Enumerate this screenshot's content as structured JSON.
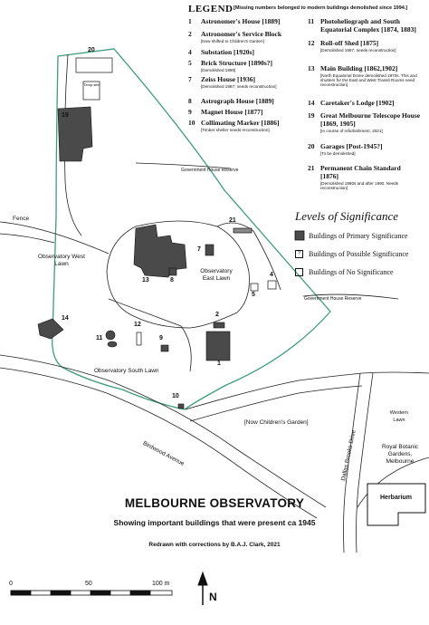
{
  "legend": {
    "title": "LEGEND",
    "note": "[Missing numbers belonged to modern buildings demolished since 1994.]",
    "items": [
      {
        "num": "1",
        "name": "Astronomer's House [1889]",
        "sub": ""
      },
      {
        "num": "2",
        "name": "Astronomer's Service Block",
        "sub": "[Now shifted to Children's Garden]"
      },
      {
        "num": "4",
        "name": "Substation [1920s]",
        "sub": ""
      },
      {
        "num": "5",
        "name": "Brick Structure [1890s?]",
        "sub": "[Demolished 1990]"
      },
      {
        "num": "7",
        "name": "Zeiss House [1936]",
        "sub": "[Demolished 1987; needs reconstruction]"
      },
      {
        "num": "8",
        "name": "Astrograph House [1889]",
        "sub": ""
      },
      {
        "num": "9",
        "name": "Magnet House [1877]",
        "sub": ""
      },
      {
        "num": "10",
        "name": "Collimating Marker [1886]",
        "sub": "[Timber shelter needs reconstruction]"
      },
      {
        "num": "11",
        "name": "Photoheliograph and South Equatorial Complex [1874, 1883]",
        "sub": ""
      },
      {
        "num": "12",
        "name": "Roll-off Shed [1875]",
        "sub": "[Demolished 1997, needs reconstruction]"
      },
      {
        "num": "13",
        "name": "Main Building [1862,1902]",
        "sub": "[North Equatorial Dome demolished 1970s. This and shutters for the East and West Transit Rooms need reconstruction]"
      },
      {
        "num": "14",
        "name": "Caretaker's Lodge [1902]",
        "sub": ""
      },
      {
        "num": "19",
        "name": "Great Melbourne Telescope House [1869, 1905]",
        "sub": "[In course of refurbishment, 2021]"
      },
      {
        "num": "20",
        "name": "Garages [Post-1945?]",
        "sub": "[To be demolished]"
      },
      {
        "num": "21",
        "name": "Permanent Chain Standard [1876]",
        "sub": "[Demolished 1980s and after 1990. Needs reconstruction]"
      }
    ]
  },
  "significance": {
    "title": "Levels of Significance",
    "primary": "Buildings of Primary Significance",
    "possible": "Buildings of Possible Significance",
    "possible_mark": "?",
    "none": "Buildings of No Significance"
  },
  "map_labels": {
    "fence": "Fence",
    "west_lawn": "Observatory West Lawn",
    "east_lawn": "Observatory East Lawn",
    "south_lawn": "Observatory South Lawn",
    "reserve_top": "Government House Reserve",
    "reserve_right": "Government House Reserve",
    "childrens_garden": "[Now Children's Garden]",
    "birdwood": "Birdwood Avenue",
    "dallas": "Dallas Brooks Drive",
    "western_lawn": "Western Lawn",
    "botanic": "Royal Botanic Gardens, Melbourne",
    "herbarium": "Herbarium",
    "temp_site": "Temp site"
  },
  "building_numbers": {
    "b1": "1",
    "b2": "2",
    "b4": "4",
    "b5": "5",
    "b7": "7",
    "b8": "8",
    "b9": "9",
    "b10": "10",
    "b11": "11",
    "b12": "12",
    "b13": "13",
    "b14": "14",
    "b19": "19",
    "b20": "20",
    "b21": "21"
  },
  "title": {
    "main": "MELBOURNE OBSERVATORY",
    "subtitle": "Showing important buildings that were present ca 1945",
    "credit": "Redrawn with corrections by B.A.J. Clark, 2021"
  },
  "scale": {
    "zero": "0",
    "fifty": "50",
    "hundred": "100 m"
  },
  "north": "N",
  "colors": {
    "boundary": "#3f9d7b",
    "building": "#4a4a4a",
    "ink": "#111111"
  }
}
